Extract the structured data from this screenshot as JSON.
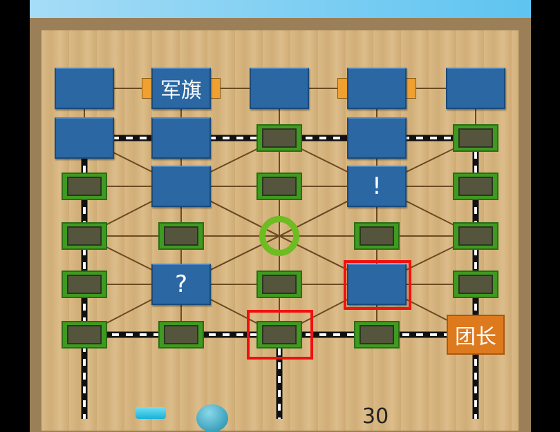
{
  "pieces": {
    "flag": "军旗",
    "unknown_q": "?",
    "unknown_ex": "!",
    "player_piece": "团长"
  },
  "bottom": {
    "counter": "30",
    "menu_icon": "list-icon",
    "avatar_icon": "sphere-icon"
  },
  "colors": {
    "enemy": "#2a67a3",
    "player": "#dd7a1e",
    "selection": "#f01010",
    "post": "#3f9a21",
    "camp": "#6cbc22"
  }
}
